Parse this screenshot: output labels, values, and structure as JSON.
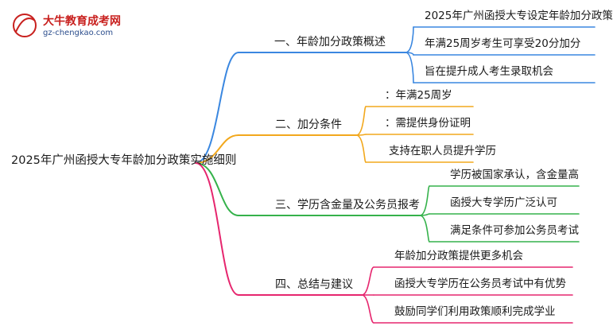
{
  "logo": {
    "brand": "大牛教育成考网",
    "url": "gz-chengkao.com",
    "mark": "大牛"
  },
  "colors": {
    "b1": "#3a87e0",
    "b2": "#f2a81d",
    "b3": "#35b24b",
    "b4": "#e6266e"
  },
  "root": "2025年广州函授大专年龄加分政策实施细则",
  "branches": [
    {
      "label": "一、年龄加分政策概述",
      "leaves": [
        "2025年广州函授大专设定年龄加分政策",
        "年满25周岁考生可享受20分加分",
        "旨在提升成人考生录取机会"
      ]
    },
    {
      "label": "二、加分条件",
      "leaves": [
        "：年满25周岁",
        "：需提供身份证明",
        "支持在职人员提升学历"
      ]
    },
    {
      "label": "三、学历含金量及公务员报考",
      "leaves": [
        "学历被国家承认，含金量高",
        "函授大专学历广泛认可",
        "满足条件可参加公务员考试"
      ]
    },
    {
      "label": "四、总结与建议",
      "leaves": [
        "年龄加分政策提供更多机会",
        "函授大专学历在公务员考试中有优势",
        "鼓励同学们利用政策顺利完成学业"
      ]
    }
  ]
}
